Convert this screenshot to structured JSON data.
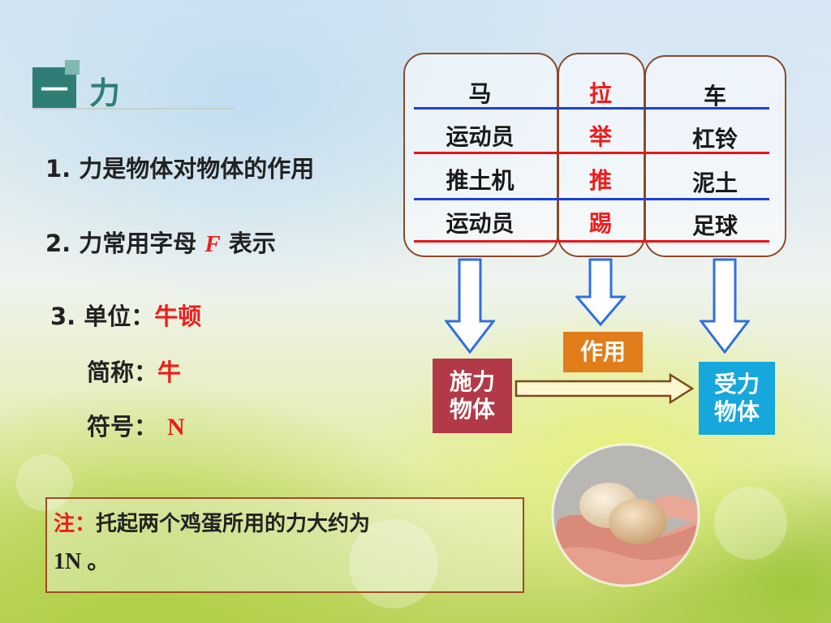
{
  "header": {
    "number_glyph": "一",
    "title": "力"
  },
  "points": {
    "p1": "1. 力是物体对物体的作用",
    "p2_prefix": "2. 力常用字母 ",
    "p2_letter": "F",
    "p2_suffix": " 表示",
    "p3_unit_label": "3. 单位：",
    "p3_unit_value": "牛顿",
    "short_label": "简称：",
    "short_value": "牛",
    "symbol_label": "符号：",
    "symbol_value": "N"
  },
  "table": {
    "left_col": [
      "马",
      "运动员",
      "推土机",
      "运动员"
    ],
    "mid_col": [
      "拉",
      "举",
      "推",
      "踢"
    ],
    "right_col": [
      "车",
      "杠铃",
      "泥土",
      "足球"
    ],
    "line_colors": [
      "#1f3fd8",
      "#e8141a",
      "#1f3fd8",
      "#e8141a"
    ]
  },
  "flow": {
    "applier_label": "施力\n物体",
    "action_label": "作用",
    "receiver_label": "受力\n物体",
    "applier_color": "#b23a48",
    "action_color": "#e27d1c",
    "receiver_color": "#16a7dd"
  },
  "note": {
    "prefix": "注：",
    "text": "托起两个鸡蛋所用的力大约为",
    "value": "1N 。"
  },
  "icons": {
    "eggs_photo": "hand-holding-eggs",
    "down_arrow": "hollow-down-arrow",
    "right_arrow": "hollow-right-arrow"
  }
}
